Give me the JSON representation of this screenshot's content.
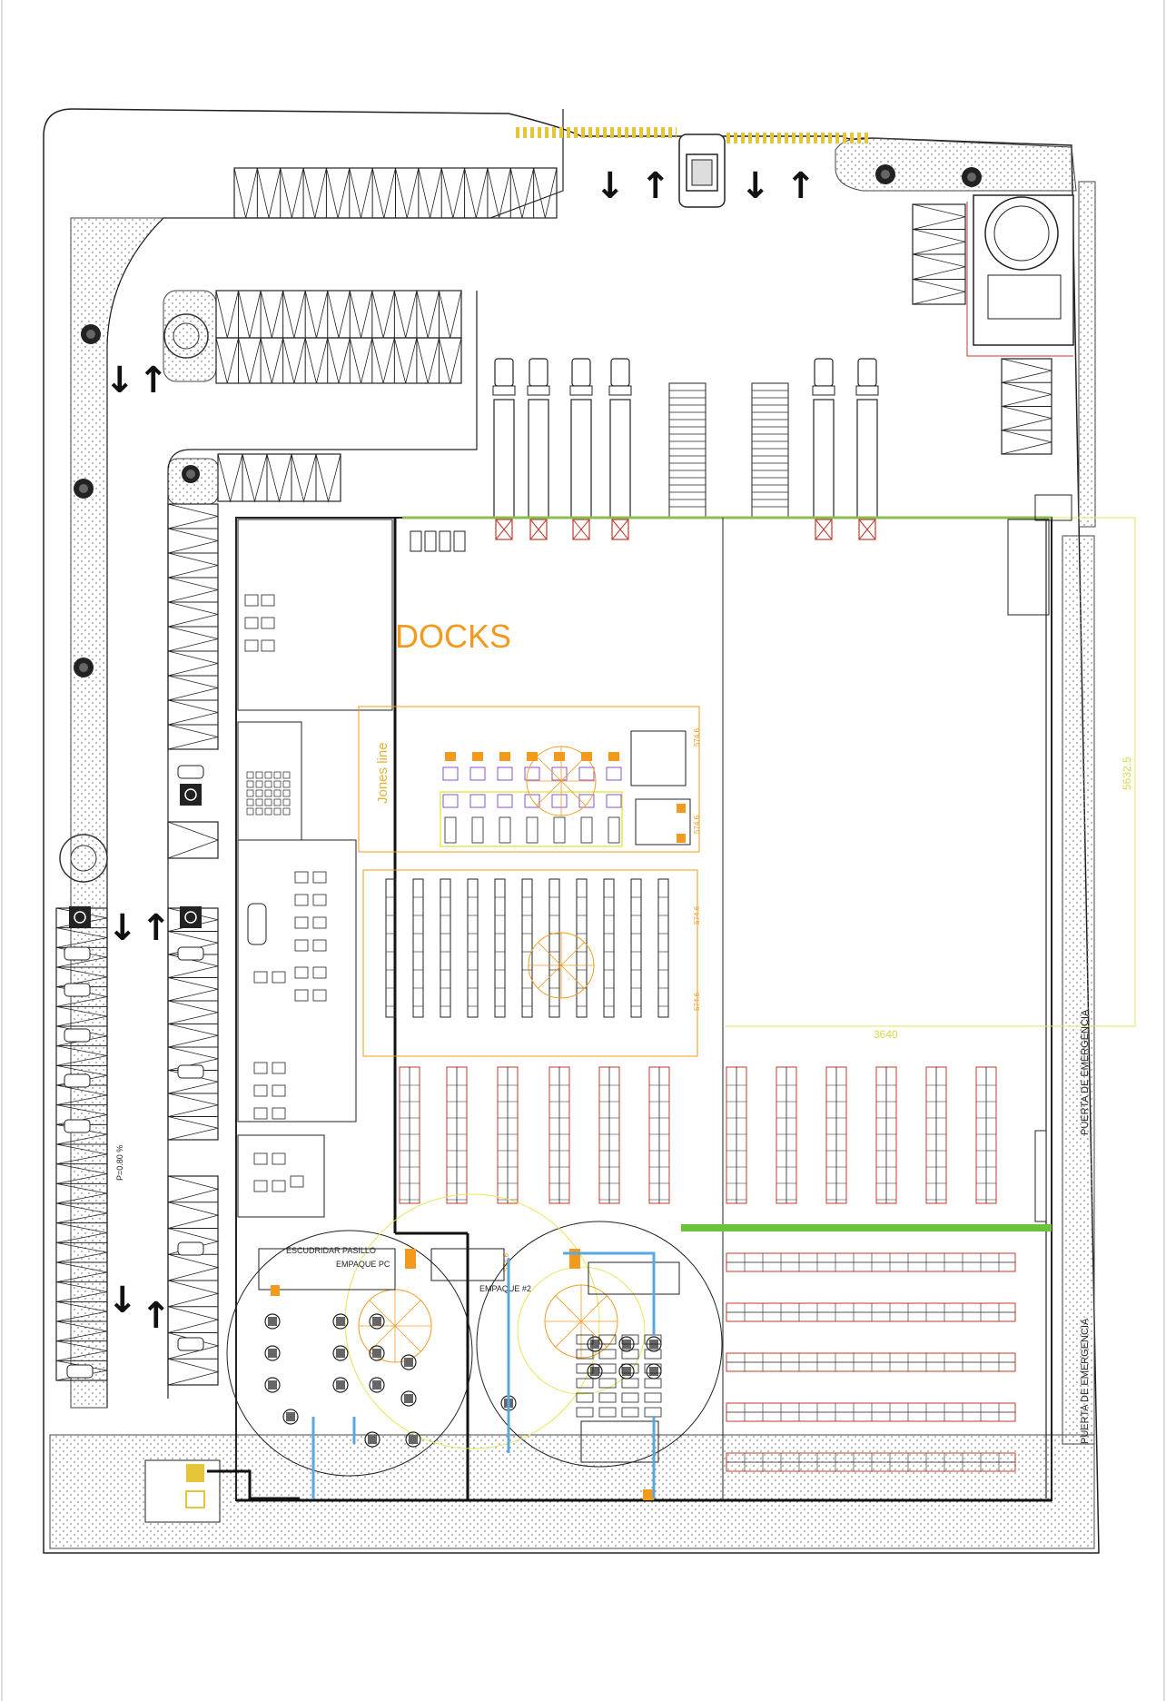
{
  "labels": {
    "docks": "DOCKS",
    "jones_line": "Jones line",
    "dim_width": "3640",
    "dim_height": "5632.5",
    "door_top": "PUERTA DE EMERGENCIA",
    "door_bottom": "PUERTA DE EMERGENCIA",
    "slope": "P=0.80 %",
    "area_a": "EMPAQUE PC",
    "area_b": "EMPAQUE #2",
    "area_c": "ESCUDRIDAR PASILLO"
  },
  "dimension_marks": [
    "574.6",
    "574.6",
    "574.6",
    "574.6",
    "574.6"
  ],
  "colors": {
    "line": "#111111",
    "dots": "#9a9a9a",
    "orange": "#f29a1e",
    "yellow_dim": "#e6e65a",
    "green": "#6cc23a",
    "red": "#c0392b",
    "blue": "#5aa8e0",
    "hatch": "#e7c53a"
  },
  "icons": [
    "arrow-down-icon",
    "arrow-up-icon",
    "tree-icon",
    "accessible-parking-icon",
    "car-icon",
    "truck-icon"
  ]
}
